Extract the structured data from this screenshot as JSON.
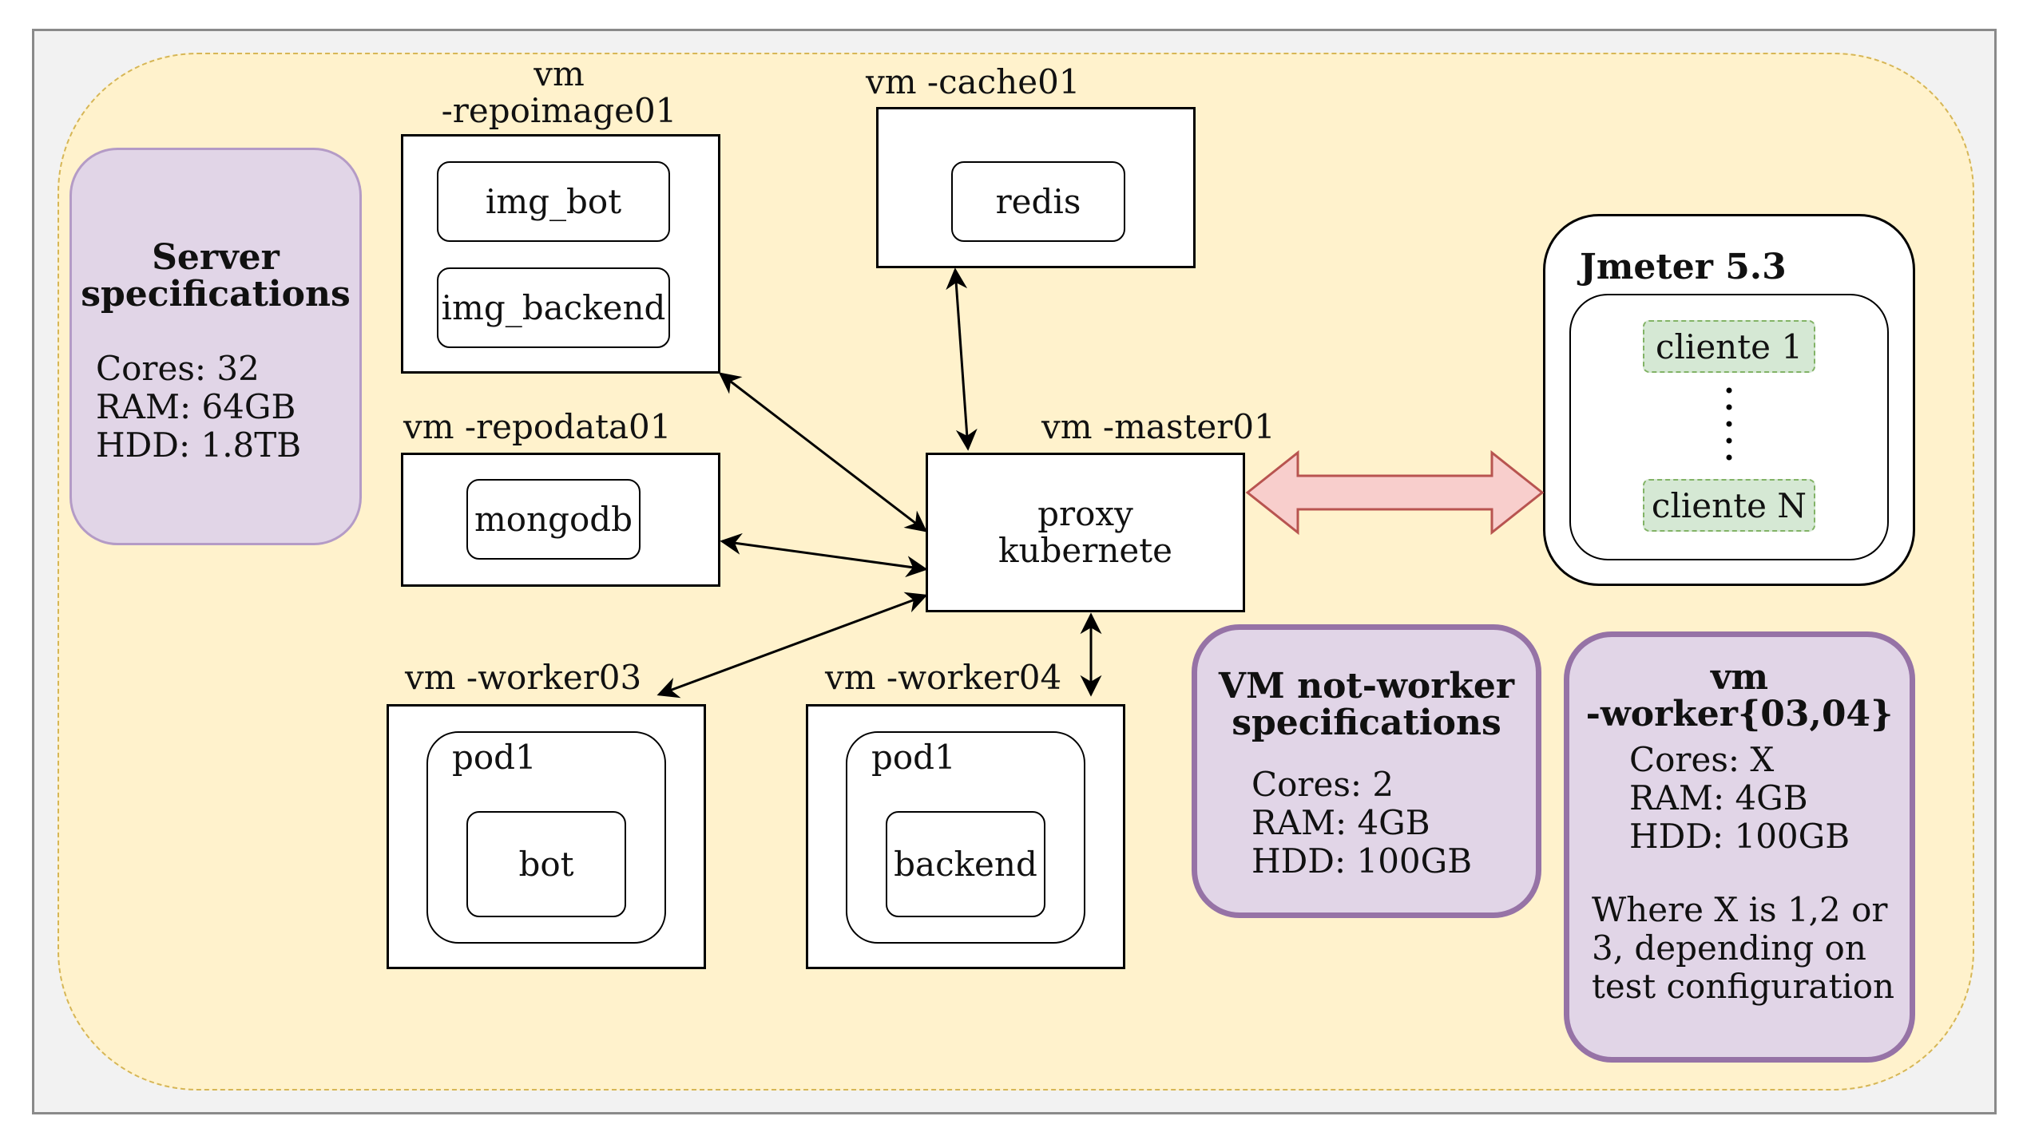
{
  "server_spec": {
    "title_line1": "Server",
    "title_line2": "specifications",
    "cores": "Cores: 32",
    "ram": "RAM: 64GB",
    "hdd": "HDD: 1.8TB"
  },
  "repoimage": {
    "label_line1": "vm",
    "label_line2": "-repoimage01",
    "items": [
      "img_bot",
      "img_backend"
    ]
  },
  "cache": {
    "label": "vm -cache01",
    "item": "redis"
  },
  "repodata": {
    "label": "vm -repodata01",
    "item": "mongodb"
  },
  "master": {
    "label": "vm -master01",
    "line1": "proxy",
    "line2": "kubernete"
  },
  "worker03": {
    "label": "vm -worker03",
    "pod": "pod1",
    "item": "bot"
  },
  "worker04": {
    "label": "vm -worker04",
    "pod": "pod1",
    "item": "backend"
  },
  "jmeter": {
    "title": "Jmeter 5.3",
    "client_first": "cliente 1",
    "client_last": "cliente N"
  },
  "not_worker_spec": {
    "title_line1": "VM not-worker",
    "title_line2": "specifications",
    "cores": "Cores: 2",
    "ram": "RAM: 4GB",
    "hdd": "HDD: 100GB"
  },
  "worker_spec": {
    "title_line1": "vm",
    "title_line2": "-worker{03,04}",
    "cores": "Cores: X",
    "ram": "RAM: 4GB",
    "hdd": "HDD: 100GB",
    "note_line1": "Where X is 1,2 or",
    "note_line2": "3, depending on",
    "note_line3": "test configuration"
  },
  "colors": {
    "zone_fill": "#fff2cc",
    "zone_border": "#d6b656",
    "spec_fill": "#e1d5e7",
    "spec_border": "#9673a6",
    "client_fill": "#d5e8d4",
    "client_border": "#82b366",
    "double_arrow_fill": "#f8cecc",
    "double_arrow_border": "#b85450"
  }
}
